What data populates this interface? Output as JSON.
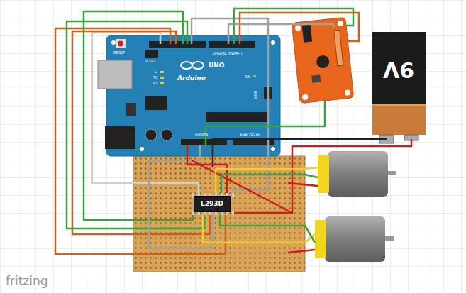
{
  "diagram": {
    "nodes": [
      {
        "text": [
          "Arduino",
          "UNO"
        ]
      },
      {
        "text": [
          "9V"
        ]
      },
      {
        "text": [
          "L293D"
        ]
      }
    ],
    "labels": [
      "RESET",
      "ICSP2",
      "L",
      "TX",
      "RX",
      "DIGITAL (PWM~)",
      "ON",
      "ICSP",
      "POWER",
      "ANALOG IN",
      "fritzing"
    ]
  }
}
